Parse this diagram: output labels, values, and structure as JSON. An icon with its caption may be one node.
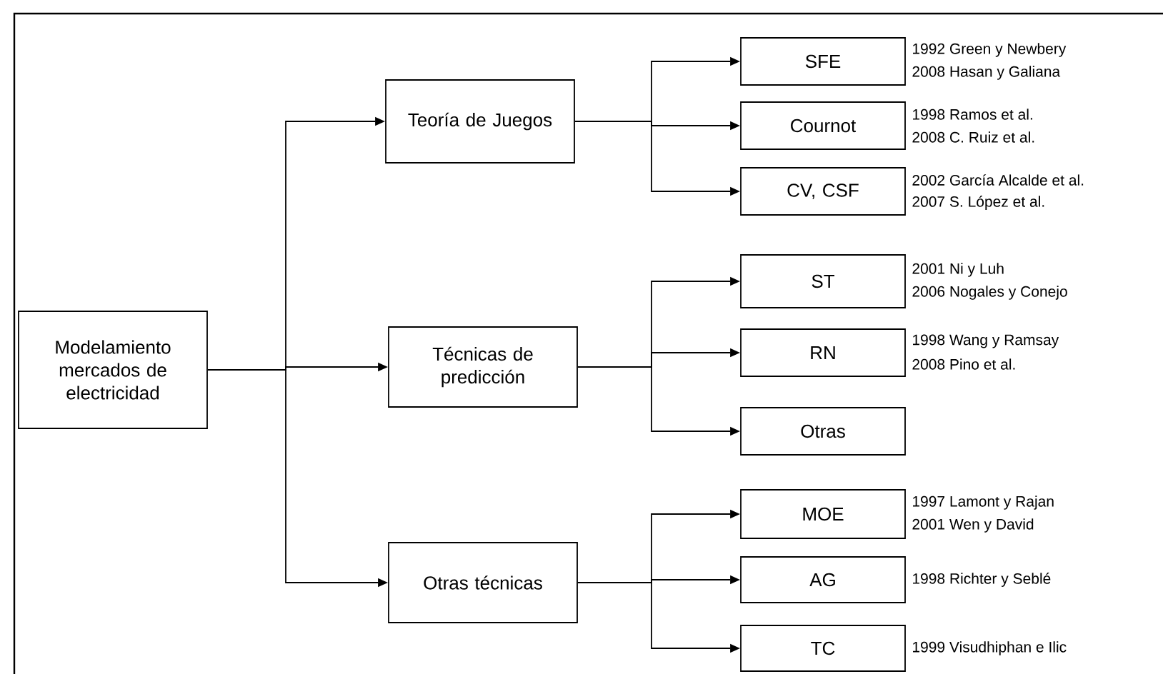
{
  "diagram": {
    "nodes": [
      {
        "text": [
          "Modelamiento mercados de electricidad"
        ]
      },
      {
        "text": [
          "Teoría de Juegos"
        ]
      },
      {
        "text": [
          "Técnicas de predicción"
        ]
      },
      {
        "text": [
          "Otras técnicas"
        ]
      },
      {
        "text": [
          "SFE"
        ],
        "beside": [
          "1992 Green y Newbery",
          "2008 Hasan y Galiana"
        ]
      },
      {
        "text": [
          "Cournot"
        ],
        "beside": [
          "1998 Ramos et al.",
          "2008 C. Ruiz et al."
        ]
      },
      {
        "text": [
          "CV, CSF"
        ],
        "beside": [
          "2002 García Alcalde et al.",
          "2007 S. López et al."
        ]
      },
      {
        "text": [
          "ST"
        ],
        "beside": [
          "2001 Ni y Luh",
          "2006 Nogales y Conejo"
        ]
      },
      {
        "text": [
          "RN"
        ],
        "beside": [
          "1998 Wang y Ramsay",
          "2008 Pino et al."
        ]
      },
      {
        "text": [
          "Otras"
        ]
      },
      {
        "text": [
          "MOE"
        ],
        "beside": [
          "1997 Lamont y Rajan",
          "2001 Wen y David"
        ]
      },
      {
        "text": [
          "AG"
        ],
        "beside": [
          "1998 Richter y Seblé"
        ]
      },
      {
        "text": [
          "TC"
        ],
        "beside": [
          "1999 Visudhiphan e Ilic"
        ]
      }
    ],
    "edges": [
      {
        "from": 0,
        "to": 1,
        "arrow": "to"
      },
      {
        "from": 0,
        "to": 2,
        "arrow": "to"
      },
      {
        "from": 0,
        "to": 3,
        "arrow": "to"
      },
      {
        "from": 1,
        "to": 4,
        "arrow": "to"
      },
      {
        "from": 1,
        "to": 5,
        "arrow": "to"
      },
      {
        "from": 1,
        "to": 6,
        "arrow": "to"
      },
      {
        "from": 2,
        "to": 7,
        "arrow": "to"
      },
      {
        "from": 2,
        "to": 8,
        "arrow": "to"
      },
      {
        "from": 2,
        "to": 9,
        "arrow": "to"
      },
      {
        "from": 3,
        "to": 10,
        "arrow": "to"
      },
      {
        "from": 3,
        "to": 11,
        "arrow": "to"
      },
      {
        "from": 3,
        "to": 12,
        "arrow": "to"
      }
    ]
  }
}
